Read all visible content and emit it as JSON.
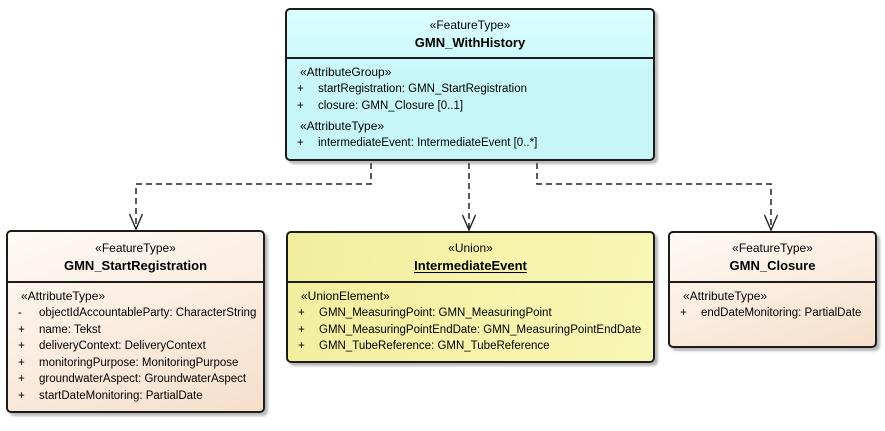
{
  "colors": {
    "background": "#ffffff",
    "border": "#1c1c1c",
    "connector": "#222222",
    "history_fill": "#c7f6f8",
    "feature_fill_light": "#fefaf6",
    "feature_fill_dark": "#f5dfcb",
    "union_fill": "#f5f1a2"
  },
  "classes": [
    {
      "stereotype": "«FeatureType»",
      "name": "GMN_WithHistory",
      "sections": [
        {
          "header": "«AttributeGroup»",
          "attributes": [
            {
              "visibility": "+",
              "text": "startRegistration: GMN_StartRegistration"
            },
            {
              "visibility": "+",
              "text": "closure: GMN_Closure [0..1]"
            }
          ]
        },
        {
          "header": "«AttributeType»",
          "attributes": [
            {
              "visibility": "+",
              "text": "intermediateEvent: IntermediateEvent [0..*]"
            }
          ]
        }
      ]
    },
    {
      "stereotype": "«FeatureType»",
      "name": "GMN_StartRegistration",
      "sections": [
        {
          "header": "«AttributeType»",
          "attributes": [
            {
              "visibility": "-",
              "text": "objectIdAccountableParty: CharacterString"
            },
            {
              "visibility": "+",
              "text": "name: Tekst"
            },
            {
              "visibility": "+",
              "text": "deliveryContext: DeliveryContext"
            },
            {
              "visibility": "+",
              "text": "monitoringPurpose: MonitoringPurpose"
            },
            {
              "visibility": "+",
              "text": "groundwaterAspect: GroundwaterAspect"
            },
            {
              "visibility": "+",
              "text": "startDateMonitoring: PartialDate"
            }
          ]
        }
      ]
    },
    {
      "stereotype": "«Union»",
      "name": "IntermediateEvent",
      "sections": [
        {
          "header": "«UnionElement»",
          "attributes": [
            {
              "visibility": "+",
              "text": "GMN_MeasuringPoint: GMN_MeasuringPoint"
            },
            {
              "visibility": "+",
              "text": "GMN_MeasuringPointEndDate: GMN_MeasuringPointEndDate"
            },
            {
              "visibility": "+",
              "text": "GMN_TubeReference: GMN_TubeReference"
            }
          ]
        }
      ]
    },
    {
      "stereotype": "«FeatureType»",
      "name": "GMN_Closure",
      "sections": [
        {
          "header": "«AttributeType»",
          "attributes": [
            {
              "visibility": "+",
              "text": "endDateMonitoring: PartialDate"
            }
          ]
        }
      ]
    }
  ],
  "connectors": [
    {
      "from": "GMN_WithHistory",
      "to": "GMN_StartRegistration",
      "line": "dashed",
      "arrow": "open"
    },
    {
      "from": "GMN_WithHistory",
      "to": "IntermediateEvent",
      "line": "dashed",
      "arrow": "open"
    },
    {
      "from": "GMN_WithHistory",
      "to": "GMN_Closure",
      "line": "dashed",
      "arrow": "open"
    }
  ]
}
